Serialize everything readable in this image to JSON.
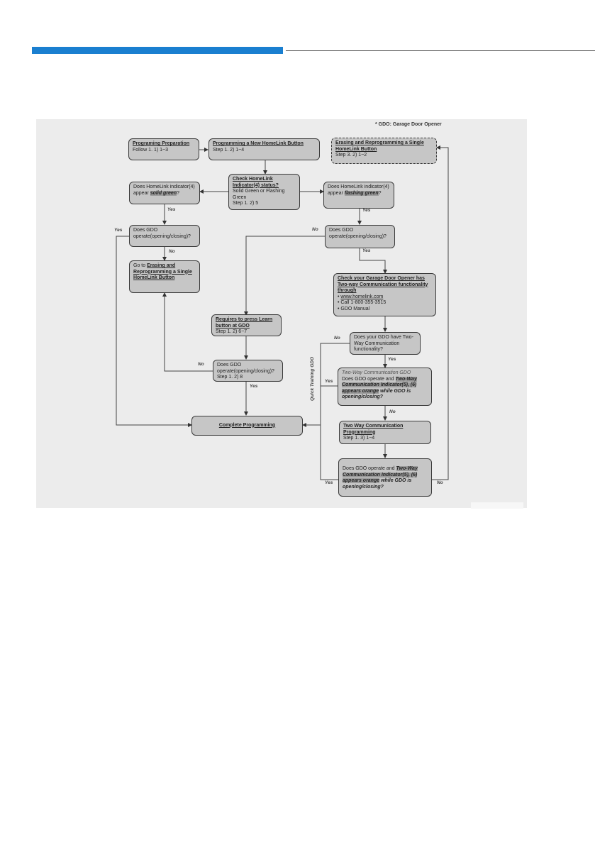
{
  "footnote": "* GDO: Garage Door Opener",
  "boxes": {
    "prep": {
      "title": "Programing Preparation",
      "text": "Follow 1. 1) 1~3"
    },
    "new_button": {
      "title": "Programming a New HomeLink Button",
      "text": "Step 1. 2) 1~4"
    },
    "erase": {
      "title": "Erasing and Reprogramming a Single HomeLink Button",
      "text": "Step 3. 2) 1~2"
    },
    "check_status": {
      "title": "Check HomeLink Indicator(4) status?",
      "line1": "Solid Green or Flashing Green",
      "line2": "Step 1. 2) 5"
    },
    "solid_q": {
      "pre": "Does HomeLink indicator(4) appear ",
      "hl": "solid green",
      "post": "?"
    },
    "flash_q": {
      "pre": "Does HomeLink indicator(4) appear ",
      "hl": "flashing green",
      "post": "?"
    },
    "gdo_left": {
      "text": "Does GDO operate(opening/closing)?"
    },
    "gdo_right": {
      "text": "Does GDO operate(opening/closing)?"
    },
    "goto_erase": {
      "pre": "Go to ",
      "link": "Erasing and Reprogramming a Single HomeLink Button"
    },
    "check_twoway": {
      "title": "Check your Garage Door Opener has Two-way Communication functionality through",
      "b1": "www.homelink.com",
      "b2": "Call 1-800-355-3515",
      "b3": "GDO Manual"
    },
    "learn": {
      "title": "Requires to press Learn button at GDO",
      "text": "Step 1. 2) 6~7"
    },
    "twoway_func": {
      "text": "Does your GDO have Two-Way Communication functionality?"
    },
    "gdo_step8": {
      "text": "Does GDO operate(opening/closing)?",
      "step": "Step 1. 2) 8"
    },
    "twoway_gdo": {
      "heading": "Two-Way Communication GDO",
      "pre": "Does GDO operate and ",
      "hl": "Two-Way Communication Indicator(5), (6) appears orange",
      "post": " while GDO is opening/closing?"
    },
    "complete": {
      "title": "Complete Programming"
    },
    "twoway_prog": {
      "title": "Two Way Communication Programming",
      "text": "Step 1. 3) 1~4"
    },
    "final_q": {
      "pre": "Does GDO operate and ",
      "hl": "Two-Way Communication Indicator(5), (6) appears orange",
      "post": " while GDO is opening/closing?"
    }
  },
  "labels": {
    "yes": "Yes",
    "no": "No",
    "quick_training": "Quick Training GDO"
  },
  "colors": {
    "header_bar": "#1a7fd0",
    "box_fill": "#c6c6c6",
    "figure_bg": "#ececec"
  }
}
